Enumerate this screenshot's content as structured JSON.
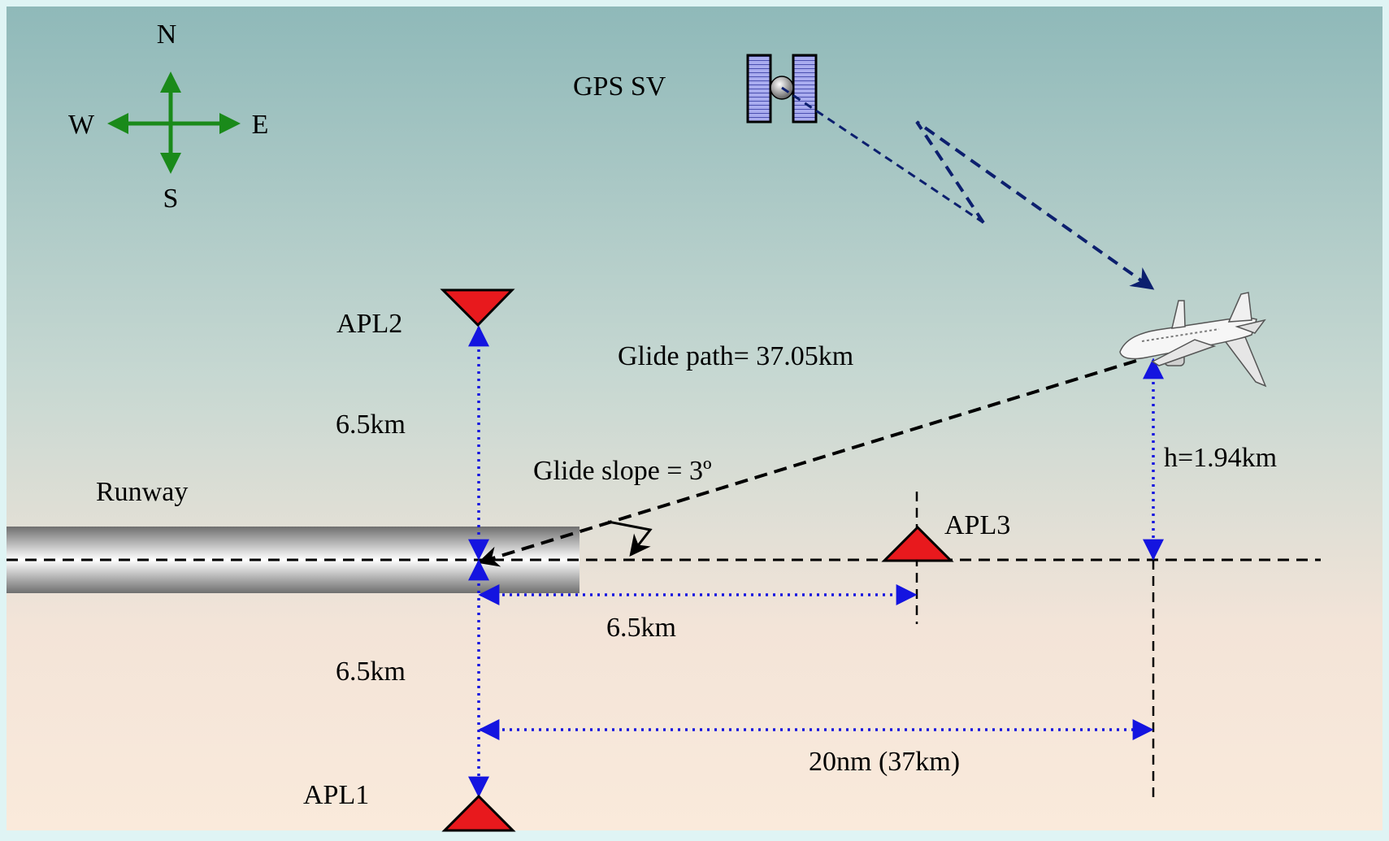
{
  "compass": {
    "north": "N",
    "south": "S",
    "east": "E",
    "west": "W",
    "color": "#1a8a1a"
  },
  "satellite": {
    "label": "GPS SV",
    "panel_color": "#9fa3e6"
  },
  "runway": {
    "label": "Runway"
  },
  "stations": [
    {
      "id": "apl1",
      "label": "APL1"
    },
    {
      "id": "apl2",
      "label": "APL2"
    },
    {
      "id": "apl3",
      "label": "APL3"
    }
  ],
  "labels": {
    "glide_path": "Glide path= 37.05km",
    "glide_slope": "Glide slope = 3º",
    "apl2_distance": "6.5km",
    "apl1_distance": "6.5km",
    "apl3_distance": "6.5km",
    "aircraft_height": "h=1.94km",
    "total_distance": "20nm (37km)"
  },
  "colors": {
    "station_fill": "#e8191d",
    "measure_color": "#1414e0",
    "signal_color": "#0c1f6e",
    "sky_top": "#8fb9b9",
    "ground_bottom": "#faeadb"
  }
}
